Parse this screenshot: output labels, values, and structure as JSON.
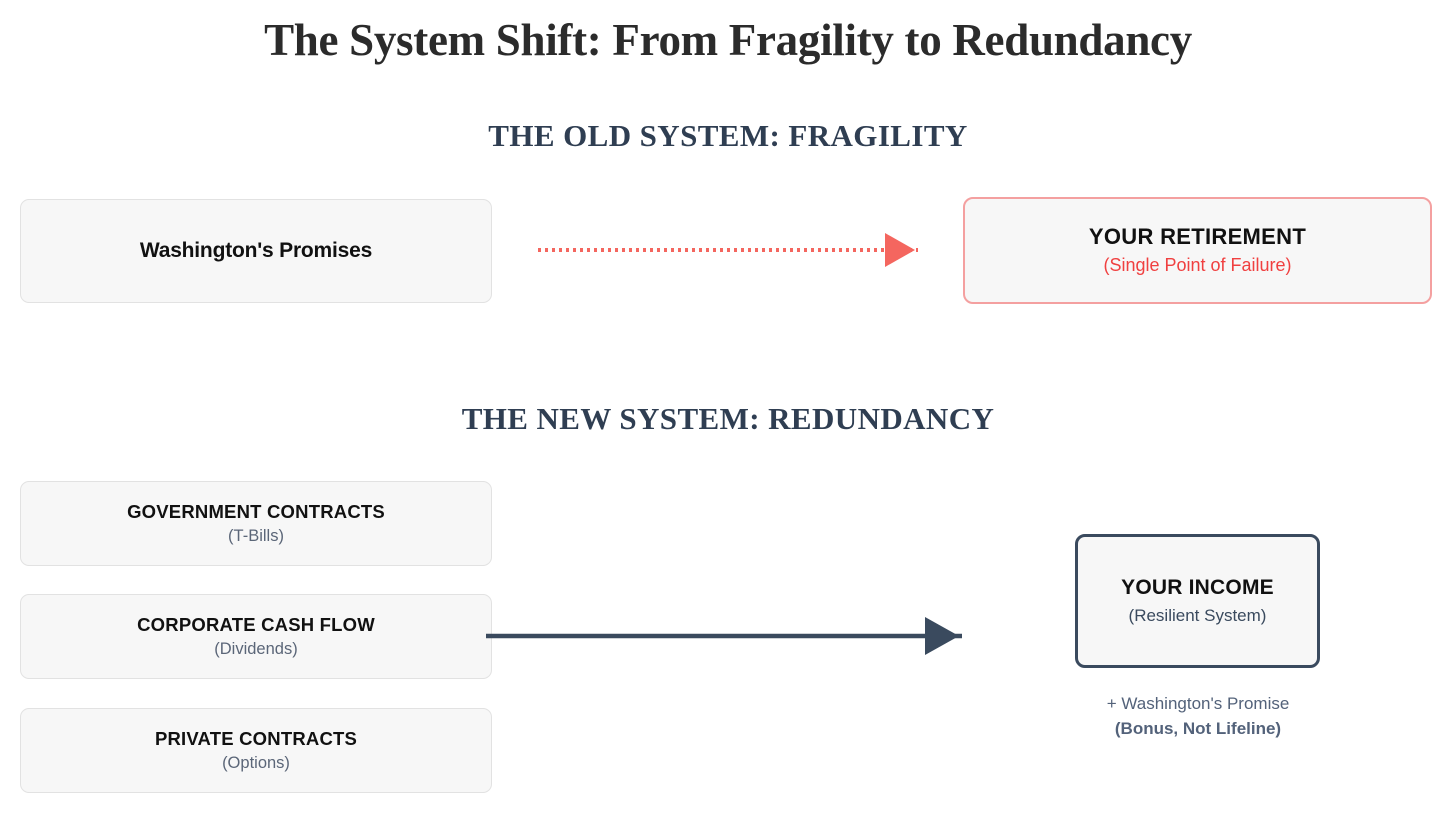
{
  "title": "The System Shift: From Fragility to Redundancy",
  "colors": {
    "title_text": "#2b2b2b",
    "heading_text": "#2f3e52",
    "box_fill": "#f7f7f7",
    "box_border": "#e2e2e2",
    "danger_border": "#f4a0a0",
    "danger_text": "#f04040",
    "danger_arrow": "#f4665f",
    "resilient_border": "#3a4a5e",
    "resilient_arrow": "#3a4a5e",
    "muted_text": "#5b6678",
    "footnote_text": "#53627a"
  },
  "old_system": {
    "heading": "THE OLD SYSTEM: FRAGILITY",
    "source": {
      "title": "Washington's Promises"
    },
    "arrow": {
      "style": "dotted",
      "direction": "left-to-right",
      "color": "#f4665f"
    },
    "target": {
      "title": "YOUR RETIREMENT",
      "subtitle": "(Single Point of Failure)"
    }
  },
  "new_system": {
    "heading": "THE NEW SYSTEM: REDUNDANCY",
    "sources": [
      {
        "title": "GOVERNMENT CONTRACTS",
        "subtitle": "(T-Bills)"
      },
      {
        "title": "CORPORATE CASH FLOW",
        "subtitle": "(Dividends)"
      },
      {
        "title": "PRIVATE CONTRACTS",
        "subtitle": "(Options)"
      }
    ],
    "arrow": {
      "style": "solid",
      "direction": "left-to-right",
      "color": "#3a4a5e"
    },
    "target": {
      "title": "YOUR INCOME",
      "subtitle": "(Resilient System)"
    },
    "footnote": {
      "line1": "+ Washington's Promise",
      "line2": "(Bonus, Not Lifeline)"
    }
  }
}
